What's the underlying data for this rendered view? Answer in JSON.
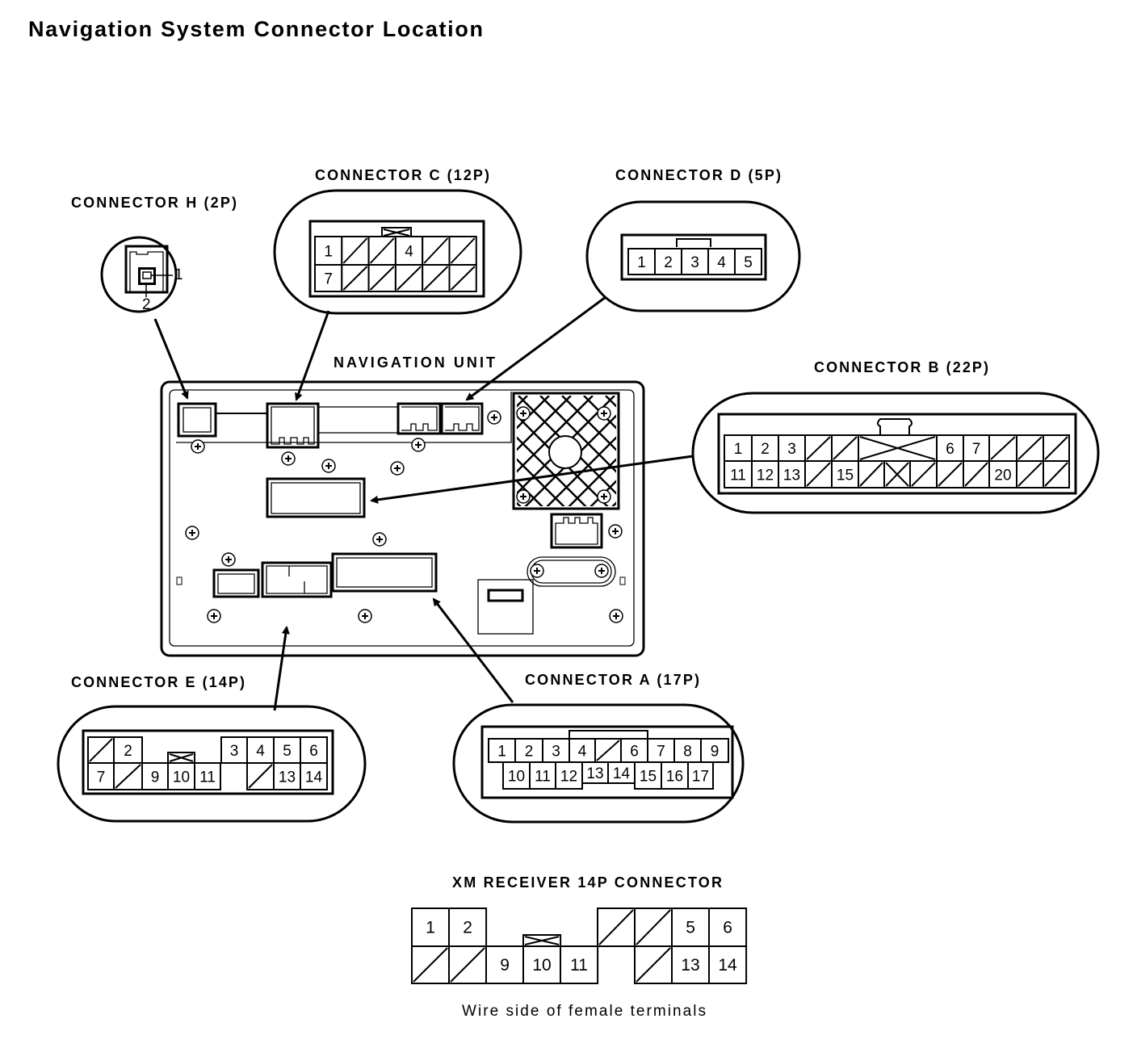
{
  "title": "Navigation System Connector Location",
  "unit_label": "NAVIGATION UNIT",
  "connectors": {
    "h": {
      "label": "CONNECTOR H (2P)",
      "pins": [
        "1",
        "2"
      ]
    },
    "c": {
      "label": "CONNECTOR C (12P)",
      "pins": [
        "1",
        "4",
        "7"
      ]
    },
    "d": {
      "label": "CONNECTOR D (5P)",
      "pins": [
        "1",
        "2",
        "3",
        "4",
        "5"
      ]
    },
    "b": {
      "label": "CONNECTOR B (22P)",
      "pins": [
        "1",
        "2",
        "3",
        "6",
        "7",
        "11",
        "12",
        "13",
        "15",
        "20"
      ]
    },
    "e": {
      "label": "CONNECTOR E (14P)",
      "pins": [
        "2",
        "3",
        "4",
        "5",
        "6",
        "7",
        "9",
        "10",
        "11",
        "13",
        "14"
      ]
    },
    "a": {
      "label": "CONNECTOR A (17P)",
      "pins": [
        "1",
        "2",
        "3",
        "4",
        "6",
        "7",
        "8",
        "9",
        "10",
        "11",
        "12",
        "13",
        "14",
        "15",
        "16",
        "17"
      ]
    },
    "xm": {
      "label": "XM RECEIVER 14P CONNECTOR",
      "pins": [
        "1",
        "2",
        "5",
        "6",
        "9",
        "10",
        "11",
        "13",
        "14"
      ]
    }
  },
  "caption": "Wire side of female terminals"
}
